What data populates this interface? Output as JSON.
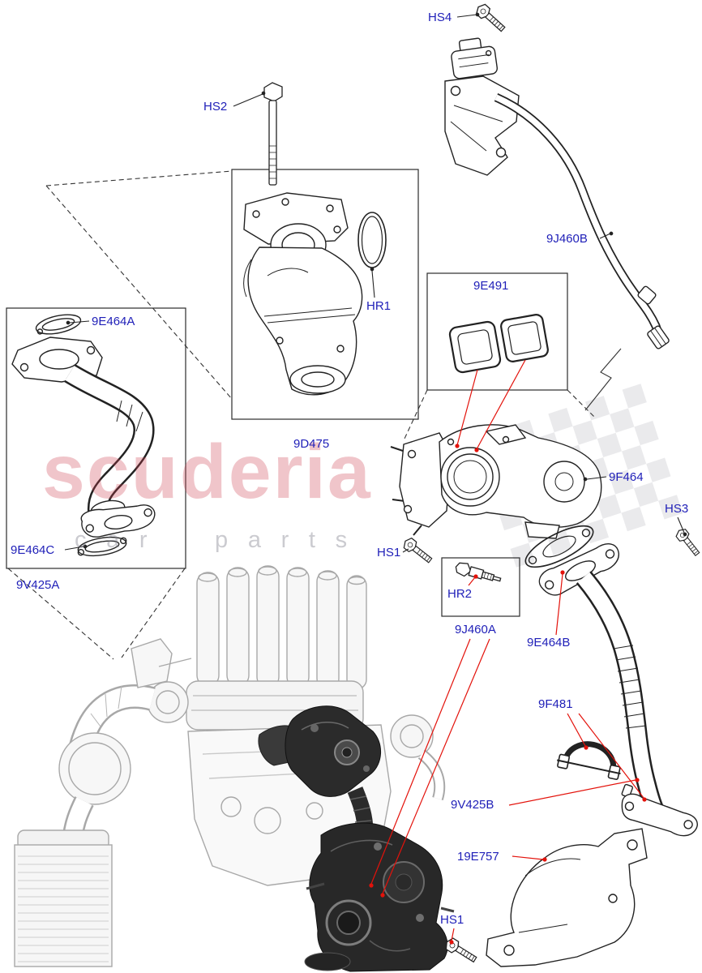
{
  "watermark": {
    "brand": "scuderia",
    "tagline": "car parts"
  },
  "labels": {
    "hs4": "HS4",
    "hs2": "HS2",
    "tube_upper": "9J460B",
    "gasket_kit": "9E491",
    "oring": "HR1",
    "turbocharger": "9D475",
    "gasket_a": "9E464A",
    "egr_valve": "9F464",
    "hs3": "HS3",
    "gasket_c": "9E464C",
    "pipe_assembly_left": "9V425A",
    "hs1_mid": "HS1",
    "sensor": "HR2",
    "tube_lower": "9J460A",
    "gasket_b": "9E464B",
    "clamp": "9F481",
    "downpipe": "9V425B",
    "bracket": "19E757",
    "hs1_bottom": "HS1"
  },
  "colors": {
    "part_label": "#1f1fb8",
    "leader_line": "#e3120b",
    "watermark_pink": "#ce3e50",
    "watermark_gray": "#7d7d8a"
  }
}
